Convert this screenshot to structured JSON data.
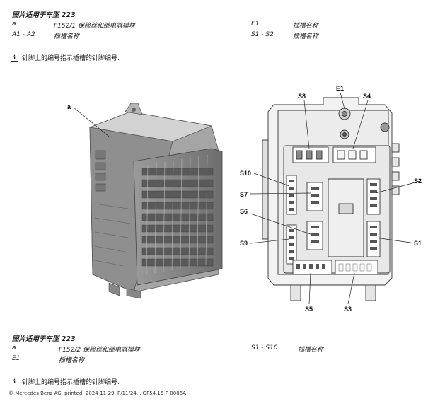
{
  "top_section": {
    "title": "图片适用于车型 223",
    "rows_left": [
      {
        "key": "a",
        "value": "F152/1 保险丝和继电器模块"
      },
      {
        "key": "A1 - A2",
        "value": "插槽名称"
      }
    ],
    "rows_right": [
      {
        "key": "E1",
        "value": "插槽名称"
      },
      {
        "key": "S1 - S2",
        "value": "插槽名称"
      }
    ],
    "note_icon": "info-icon",
    "note": "针脚上的编号指示插槽的针脚编号."
  },
  "figure": {
    "left_label": "a",
    "right_labels": {
      "S8": "S8",
      "E1": "E1",
      "S4": "S4",
      "S10": "S10",
      "S7": "S7",
      "S2": "S2",
      "S6": "S6",
      "S9": "S9",
      "S1": "S1",
      "S5": "S5",
      "S3": "S3"
    }
  },
  "bottom_section": {
    "title": "图片适用于车型 223",
    "rows_left": [
      {
        "key": "a",
        "value": "F152/2 保险丝和继电器模块"
      },
      {
        "key": "E1",
        "value": "插槽名称"
      }
    ],
    "rows_right": [
      {
        "key": "S1 - S10",
        "value": "插槽名称"
      }
    ],
    "note_icon": "info-icon",
    "note": "针脚上的编号指示插槽的针脚编号."
  },
  "footer": "© Mercedes-Benz AG, printed: 2024-11-29, P/11/24, , GF54.15-P-0006A"
}
